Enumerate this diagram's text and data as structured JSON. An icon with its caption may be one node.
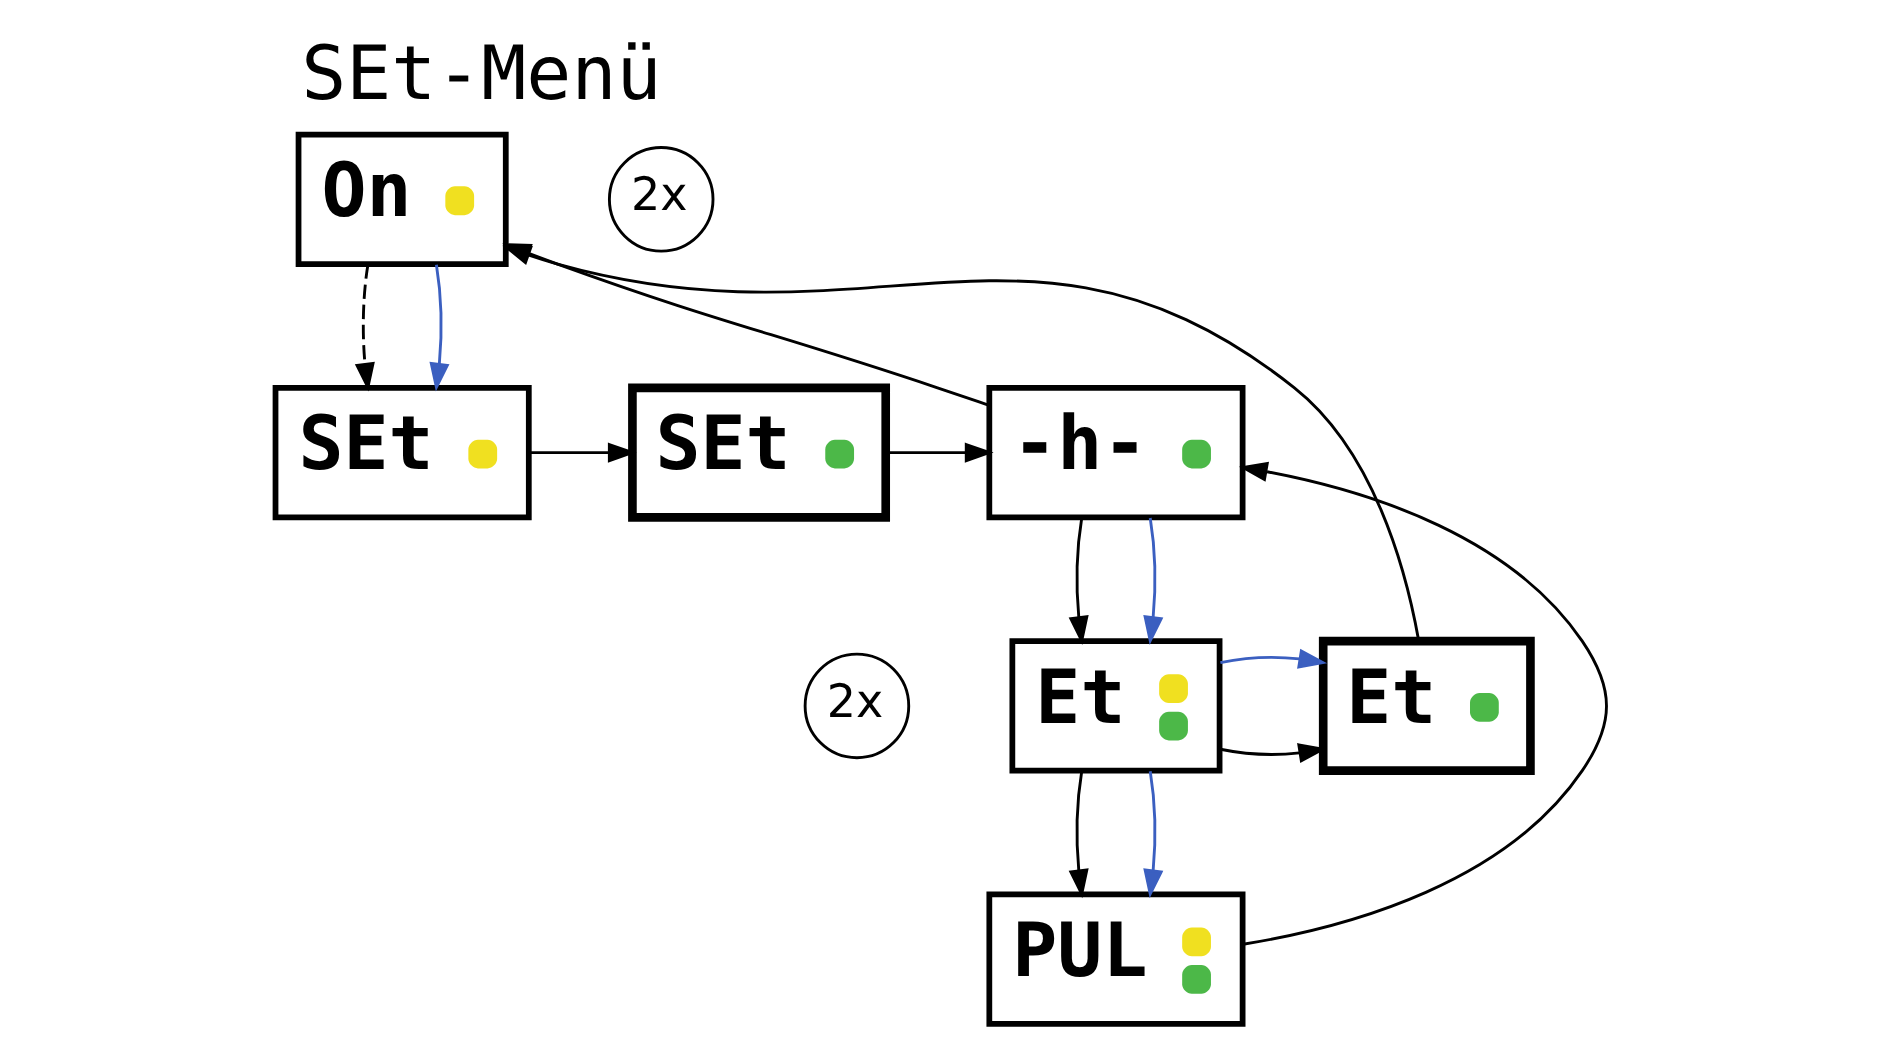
{
  "diagram": {
    "title": "SEt-Menü",
    "nodes": [
      {
        "text": [
          "On"
        ]
      },
      {
        "text": [
          "SEt"
        ]
      },
      {
        "text": [
          "2x"
        ]
      },
      {
        "text": [
          "SEt"
        ]
      },
      {
        "text": [
          "-h-"
        ]
      },
      {
        "text": [
          "2x"
        ]
      },
      {
        "text": [
          "Et"
        ]
      },
      {
        "text": [
          "Et"
        ]
      },
      {
        "text": [
          "PUL"
        ]
      }
    ],
    "edges": [
      {
        "from": 0,
        "to": 1,
        "arrow": "to",
        "style": "dashed"
      },
      {
        "from": 0,
        "to": 1,
        "arrow": "to",
        "color": "#3b5fc0"
      },
      {
        "from": 1,
        "to": 3,
        "arrow": "to"
      },
      {
        "from": 3,
        "to": 4,
        "arrow": "to"
      },
      {
        "from": 4,
        "to": 0,
        "arrow": "to"
      },
      {
        "from": 4,
        "to": 6,
        "arrow": "to"
      },
      {
        "from": 4,
        "to": 6,
        "arrow": "to",
        "color": "#3b5fc0"
      },
      {
        "from": 6,
        "to": 7,
        "arrow": "to"
      },
      {
        "from": 6,
        "to": 7,
        "arrow": "to",
        "color": "#3b5fc0"
      },
      {
        "from": 7,
        "to": 0,
        "arrow": "to"
      },
      {
        "from": 6,
        "to": 8,
        "arrow": "to"
      },
      {
        "from": 6,
        "to": 8,
        "arrow": "to",
        "color": "#3b5fc0"
      },
      {
        "from": 8,
        "to": 4,
        "arrow": "to"
      }
    ]
  }
}
